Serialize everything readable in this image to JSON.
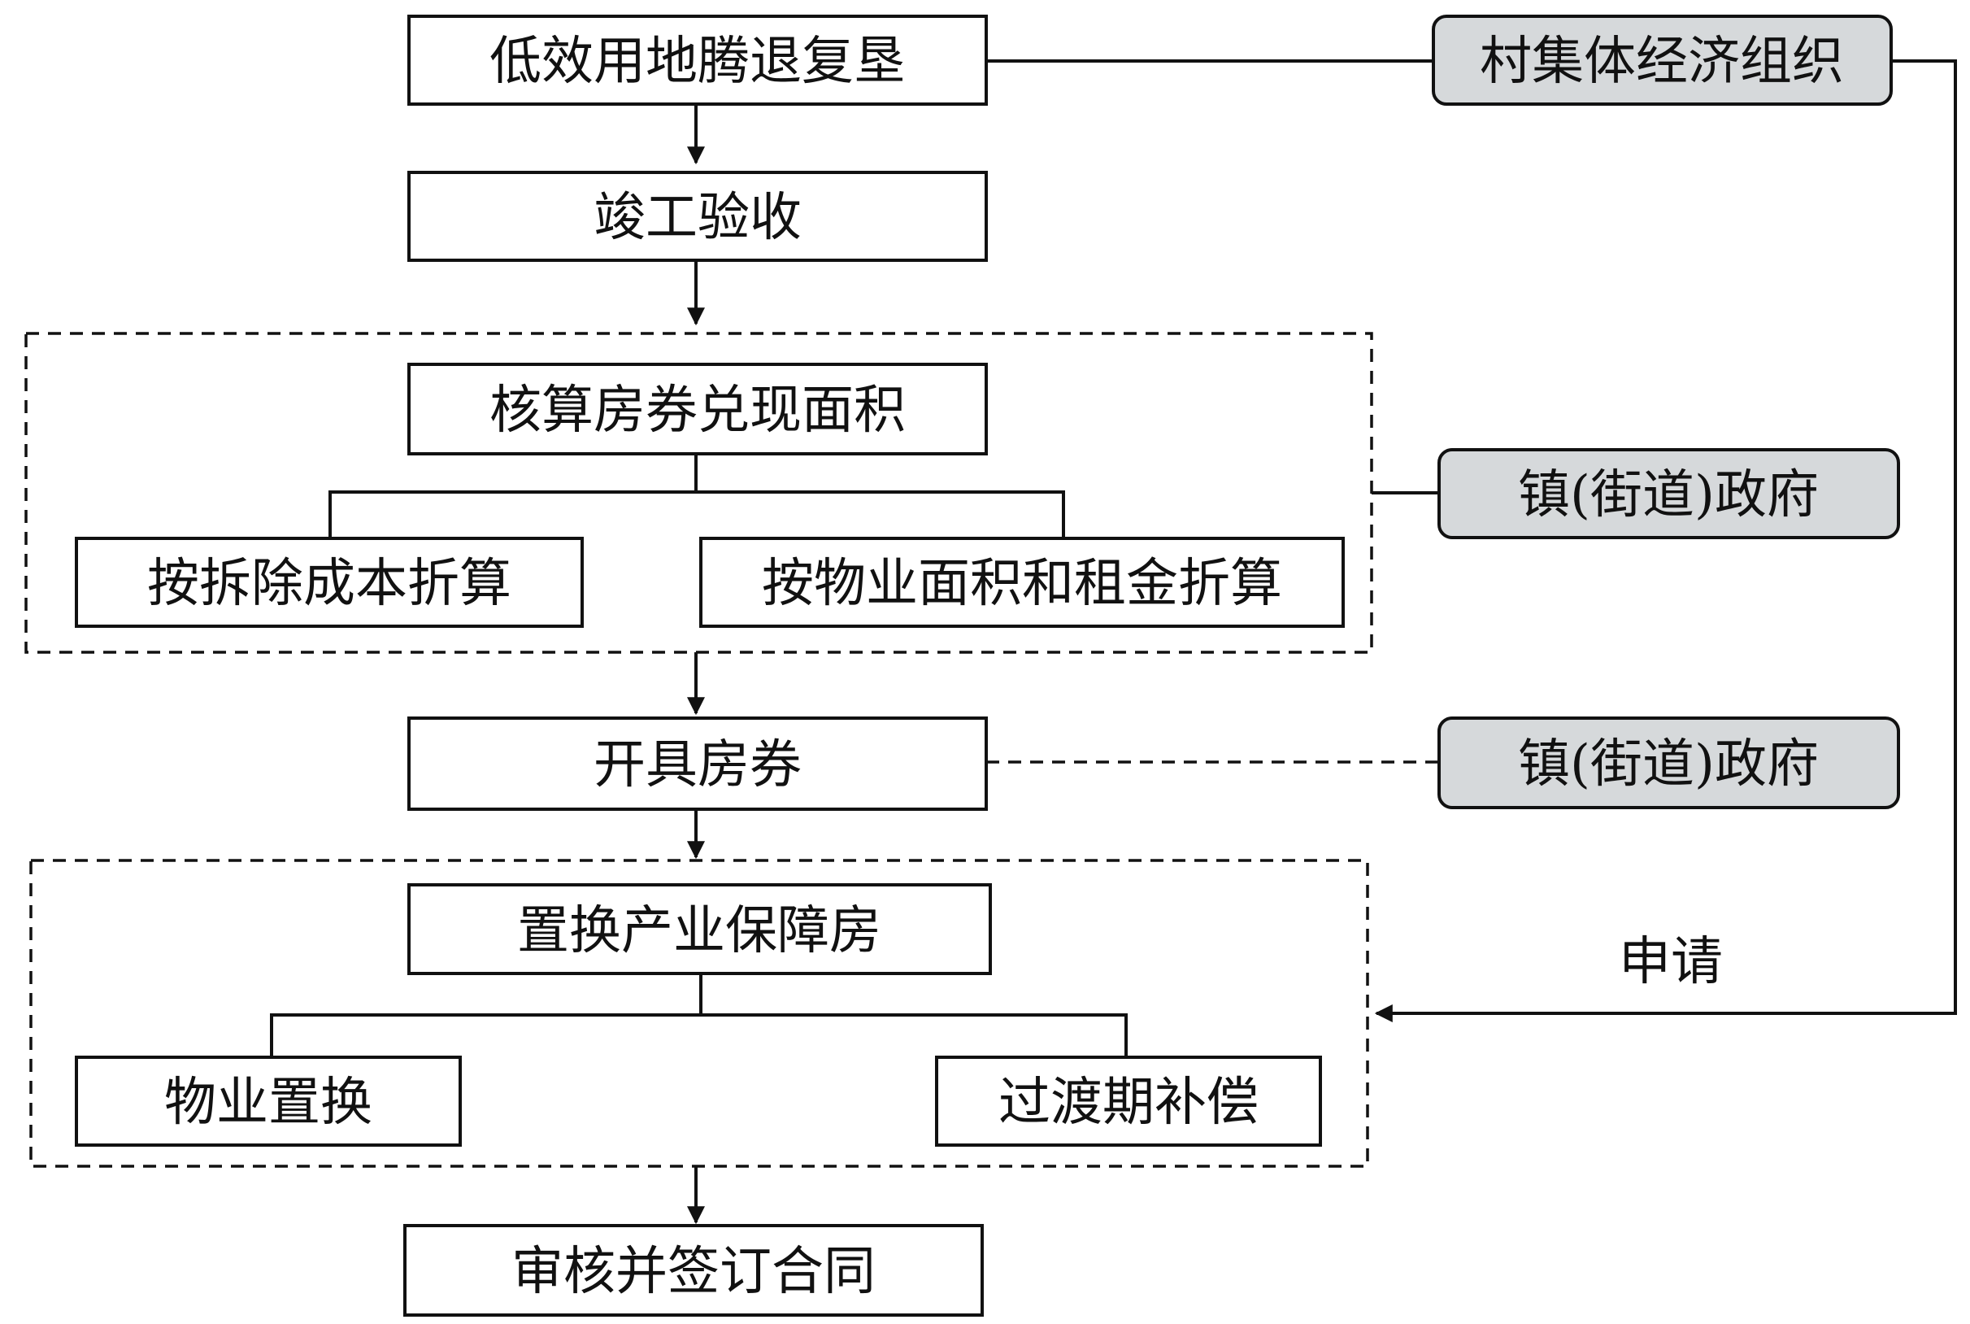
{
  "nodes": {
    "land_reclamation": "低效用地腾退复垦",
    "completion_acceptance": "竣工验收",
    "calc_area": "核算房券兑现面积",
    "by_demolition_cost": "按拆除成本折算",
    "by_area_and_rent": "按物业面积和租金折算",
    "issue_voucher": "开具房券",
    "replace_housing": "置换产业保障房",
    "property_swap": "物业置换",
    "transition_compensation": "过渡期补偿",
    "sign_contract": "审核并签订合同"
  },
  "actors": {
    "village_collective": "村集体经济组织",
    "town_government_1": "镇(街道)政府",
    "town_government_2": "镇(街道)政府"
  },
  "edge_labels": {
    "apply": "申请"
  },
  "colors": {
    "actor_fill": "#d6d9db",
    "stroke": "#111111"
  }
}
